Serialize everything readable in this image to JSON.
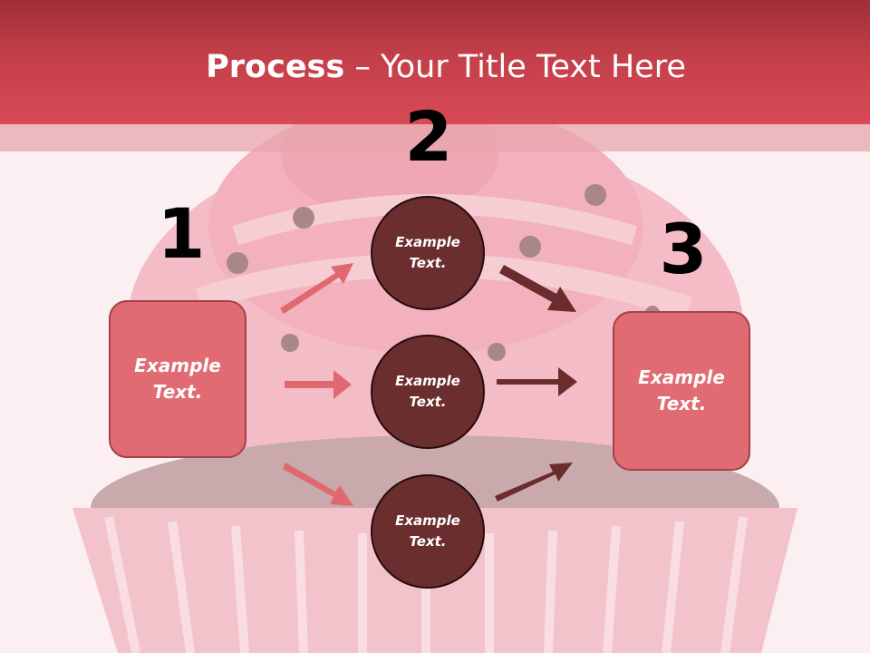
{
  "title": {
    "bold": "Process",
    "rest": " – Your Title Text Here"
  },
  "steps": [
    {
      "number": "1"
    },
    {
      "number": "2"
    },
    {
      "number": "3"
    }
  ],
  "nodes": {
    "left_box": "Example\nText.",
    "right_box": "Example\nText.",
    "circles": [
      "Example\nText.",
      "Example\nText.",
      "Example\nText."
    ]
  },
  "colors": {
    "header": "#c23f49",
    "box_fill": "#e06b73",
    "circle_fill": "#6b2e2f",
    "left_arrow": "#e06870",
    "right_arrow": "#6a2c2d"
  }
}
